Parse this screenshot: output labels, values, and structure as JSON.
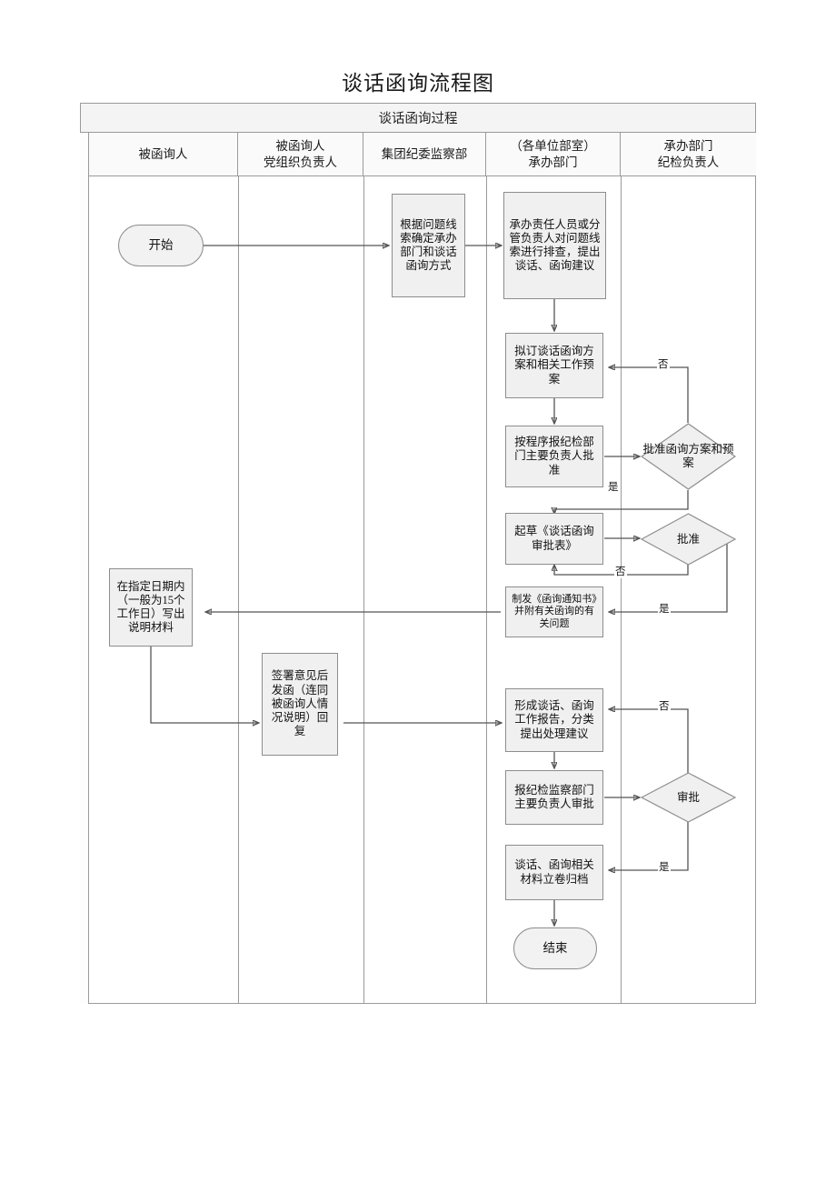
{
  "title": "谈话函询流程图",
  "band": {
    "label": "谈话函询过程"
  },
  "columns": [
    {
      "label": "被函询人"
    },
    {
      "label": "被函询人\n党组织负责人"
    },
    {
      "label": "集团纪委监察部"
    },
    {
      "label": "（各单位部室）\n承办部门"
    },
    {
      "label": "承办部门\n纪检负责人"
    }
  ],
  "nodes": {
    "start": {
      "label": "开始",
      "type": "terminator"
    },
    "determine_dept": {
      "label": "根据问题线索确定承办部门和谈话函询方式",
      "type": "process"
    },
    "screen_clues": {
      "label": "承办责任人员或分管负责人对问题线索进行排查，提出谈话、函询建议",
      "type": "process"
    },
    "draft_plan": {
      "label": "拟订谈话函询方案和相关工作预案",
      "type": "process"
    },
    "report_approval": {
      "label": "按程序报纪检部门主要负责人批准",
      "type": "process"
    },
    "approve_plan": {
      "label": "批准函询方案和预案",
      "type": "decision"
    },
    "draft_form": {
      "label": "起草《谈话函询审批表》",
      "type": "process"
    },
    "approve_form": {
      "label": "批准",
      "type": "decision"
    },
    "issue_notice": {
      "label": "制发《函询通知书》并附有关函询的有关问题",
      "type": "process"
    },
    "written_explanation": {
      "label": "在指定日期内（一般为15个工作日）写出说明材料",
      "type": "process"
    },
    "sign_and_reply": {
      "label": "签署意见后发函（连同被函询人情况说明）回复",
      "type": "process"
    },
    "form_report": {
      "label": "形成谈话、函询工作报告，分类提出处理建议",
      "type": "process"
    },
    "report_leader": {
      "label": "报纪检监察部门主要负责人审批",
      "type": "process"
    },
    "final_review": {
      "label": "审批",
      "type": "decision"
    },
    "archive": {
      "label": "谈话、函询相关材料立卷归档",
      "type": "process"
    },
    "end": {
      "label": "结束",
      "type": "terminator"
    }
  },
  "edge_labels": {
    "plan_no": "否",
    "plan_yes": "是",
    "form_no": "否",
    "form_yes": "是",
    "review_no": "否",
    "review_yes": "是"
  },
  "colors": {
    "shape_fill": "#f0f0f0",
    "shape_stroke": "#8d8d8d",
    "line": "#555555",
    "frame": "#9a9a9a",
    "band_fill": "#f4f4f4"
  }
}
